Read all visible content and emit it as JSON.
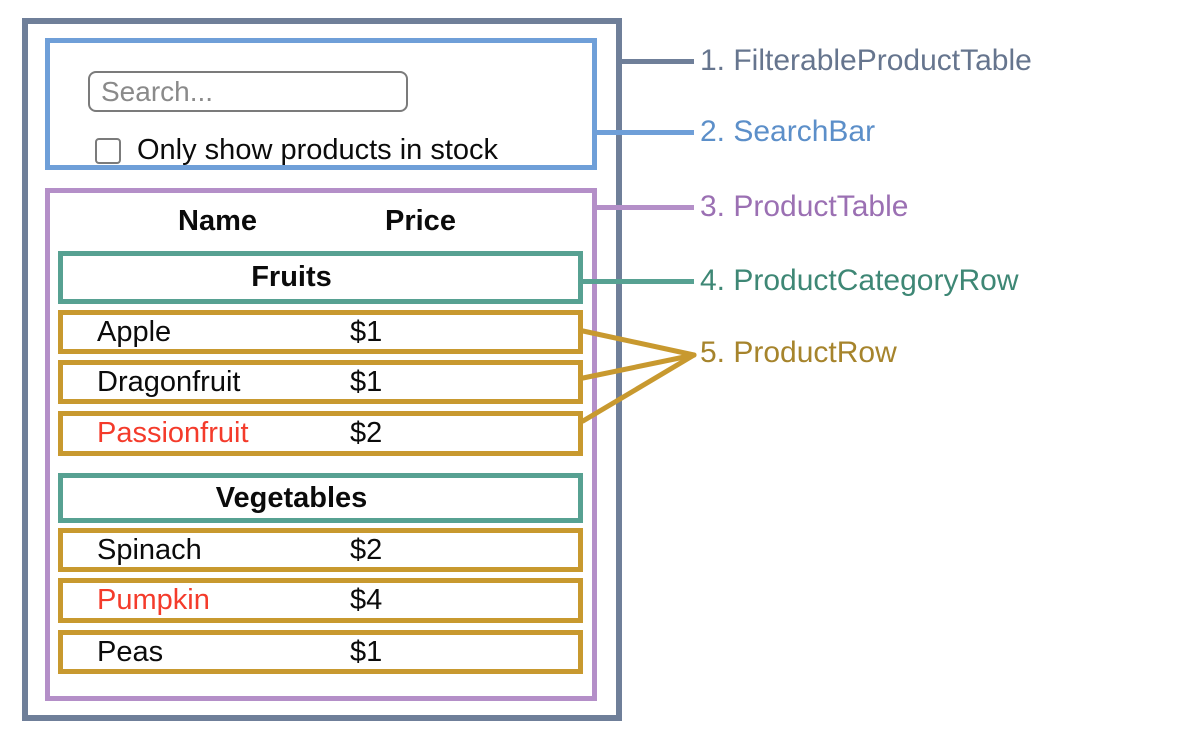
{
  "colors": {
    "filterable_product_table": {
      "border": "#6f7f99",
      "label": "#66758e"
    },
    "search_bar": {
      "border": "#6f9fd8",
      "label": "#5c8fc9"
    },
    "product_table": {
      "border": "#b48fc8",
      "label": "#9b70b3"
    },
    "product_category_row": {
      "border": "#57a192",
      "label": "#3e8775"
    },
    "product_row": {
      "border": "#c8992f",
      "label": "#a6842c"
    },
    "out_of_stock_text": "#f43b2b",
    "text": "#0b0b0b"
  },
  "search_bar": {
    "input_placeholder": "Search...",
    "input_value": "",
    "checkbox_label": "Only show products in stock",
    "checkbox_checked": false
  },
  "table": {
    "headers": {
      "name": "Name",
      "price": "Price"
    },
    "categories": [
      {
        "name": "Fruits",
        "products": [
          {
            "name": "Apple",
            "price": "$1",
            "red": false
          },
          {
            "name": "Dragonfruit",
            "price": "$1",
            "red": false
          },
          {
            "name": "Passionfruit",
            "price": "$2",
            "red": true
          }
        ]
      },
      {
        "name": "Vegetables",
        "products": [
          {
            "name": "Spinach",
            "price": "$2",
            "red": false
          },
          {
            "name": "Pumpkin",
            "price": "$4",
            "red": true
          },
          {
            "name": "Peas",
            "price": "$1",
            "red": false
          }
        ]
      }
    ]
  },
  "legend": [
    {
      "label": "1. FilterableProductTable",
      "color": "#66758e"
    },
    {
      "label": "2. SearchBar",
      "color": "#5c8fc9"
    },
    {
      "label": "3. ProductTable",
      "color": "#9b70b3"
    },
    {
      "label": "4. ProductCategoryRow",
      "color": "#3e8775"
    },
    {
      "label": "5. ProductRow",
      "color": "#a6842c"
    }
  ]
}
